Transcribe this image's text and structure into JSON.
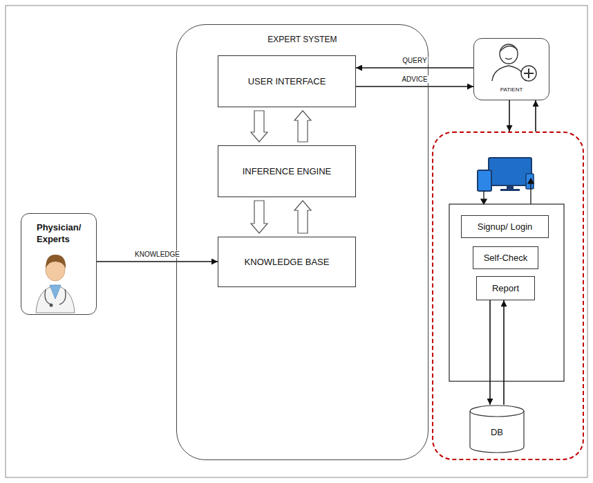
{
  "diagram": {
    "nodes": [
      {
        "text": [
          "EXPERT SYSTEM"
        ]
      },
      {
        "text": [
          "USER INTERFACE"
        ],
        "in": 0
      },
      {
        "text": [
          "INFERENCE ENGINE"
        ],
        "in": 0
      },
      {
        "text": [
          "KNOWLEDGE BASE"
        ],
        "in": 0
      },
      {
        "text": [
          "PATIENT"
        ]
      },
      {
        "text": [
          "Physician/ Experts"
        ]
      },
      {
        "text": []
      },
      {
        "text": [
          "Signup/ Login"
        ],
        "in": 6
      },
      {
        "text": [
          "Self-Check"
        ],
        "in": 6
      },
      {
        "text": [
          "Report"
        ],
        "in": 6
      },
      {
        "text": [
          "DB"
        ],
        "in": 6
      }
    ],
    "edges": [
      {
        "from": 1,
        "to": 2,
        "arrow": "to"
      },
      {
        "from": 2,
        "to": 1,
        "arrow": "to"
      },
      {
        "from": 2,
        "to": 3,
        "arrow": "to"
      },
      {
        "from": 3,
        "to": 2,
        "arrow": "to"
      },
      {
        "from": 4,
        "to": 1,
        "label": "QUERY",
        "arrow": "to"
      },
      {
        "from": 1,
        "to": 4,
        "label": "ADVICE",
        "arrow": "to"
      },
      {
        "from": 5,
        "to": 3,
        "label": "KNOWLEDGE",
        "arrow": "to"
      },
      {
        "from": 4,
        "to": 6,
        "arrow": "to"
      },
      {
        "from": 6,
        "to": 4,
        "arrow": "to"
      },
      {
        "from": 9,
        "to": 10,
        "arrow": "to"
      },
      {
        "from": 10,
        "to": 9,
        "arrow": "to"
      }
    ]
  }
}
